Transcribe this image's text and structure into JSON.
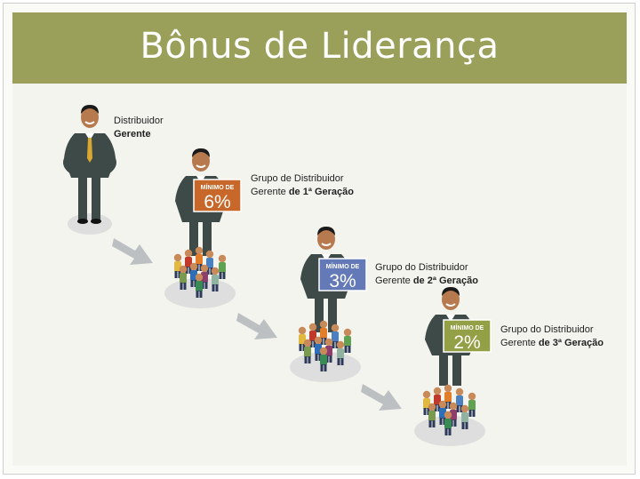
{
  "header": {
    "title": "Bônus de Liderança"
  },
  "levels": [
    {
      "line1": "Distribuidor",
      "line2_normal": "",
      "line2_bold": "Gerente"
    },
    {
      "line1": "Grupo de Distribuidor",
      "line2_normal": "Gerente ",
      "line2_bold": "de 1ª Geração",
      "badge_label": "MÍNIMO DE",
      "badge_value": "6%",
      "badge_color": "#c7682a"
    },
    {
      "line1": "Grupo do Distribuidor",
      "line2_normal": "Gerente ",
      "line2_bold": "de 2ª Geração",
      "badge_label": "MÍNIMO DE",
      "badge_value": "3%",
      "badge_color": "#6479b7"
    },
    {
      "line1": "Grupo do Distribuidor",
      "line2_normal": "Gerente ",
      "line2_bold": "de 3ª Geração",
      "badge_label": "MÍNIMO DE",
      "badge_value": "2%",
      "badge_color": "#93a046"
    }
  ],
  "colors": {
    "header_bg": "#9aa05a",
    "suit": "#3d4a48",
    "tie": "#d9a832",
    "skin": "#b67a4e",
    "arrow": "#bcc0c2",
    "floor": "#dedede"
  }
}
